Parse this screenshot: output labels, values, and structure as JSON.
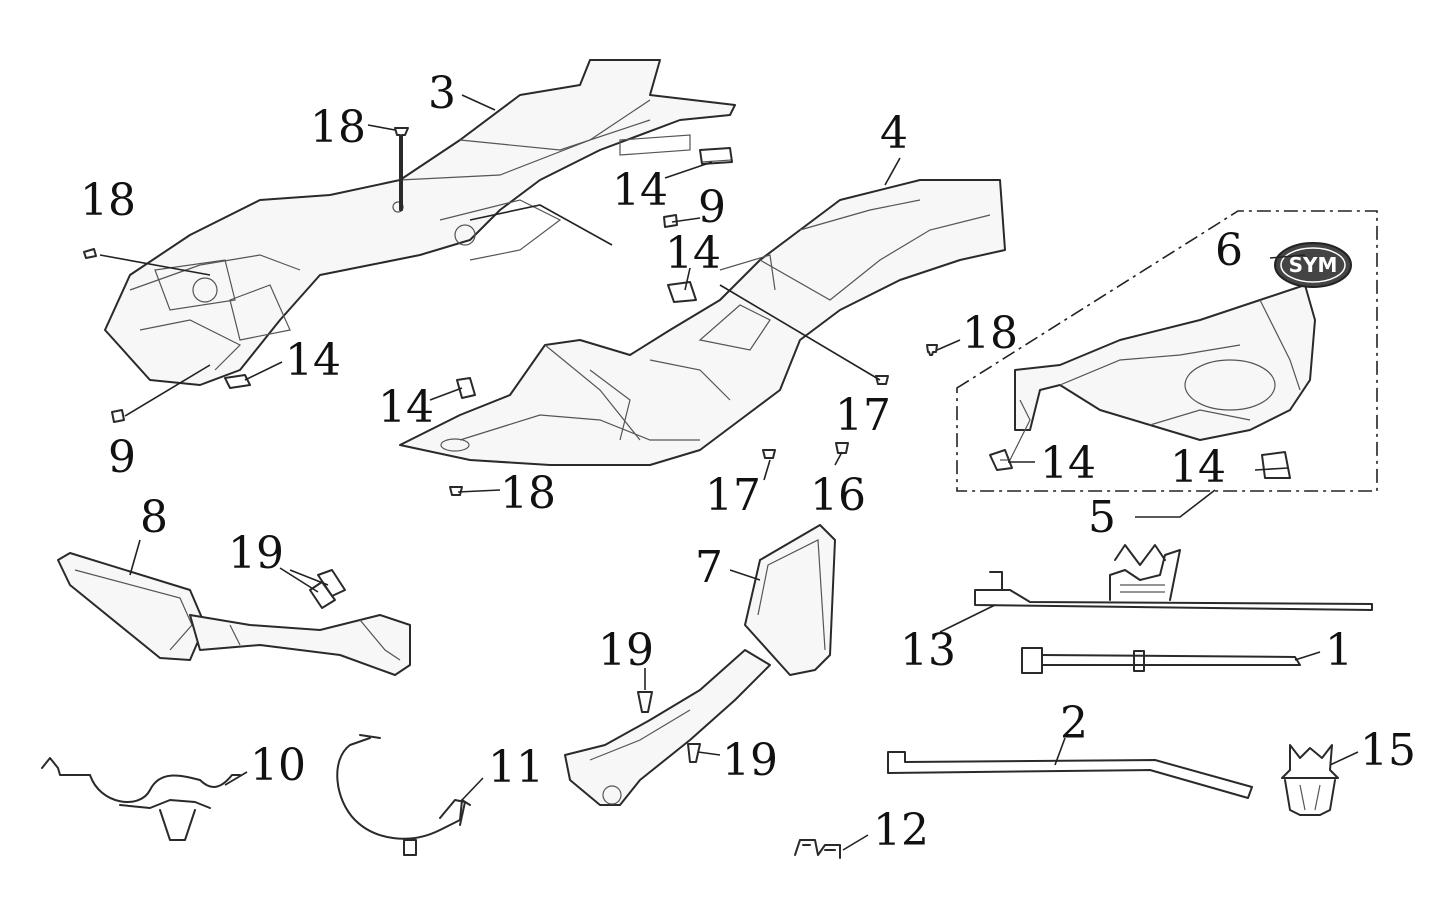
{
  "logo": {
    "text": "SYM"
  },
  "callouts": {
    "c1": "1",
    "c2": "2",
    "c3": "3",
    "c4": "4",
    "c5": "5",
    "c6": "6",
    "c7": "7",
    "c8": "8",
    "c9a": "9",
    "c9b": "9",
    "c10": "10",
    "c11": "11",
    "c12": "12",
    "c13": "13",
    "c14a": "14",
    "c14b": "14",
    "c14c": "14",
    "c14d": "14",
    "c14e": "14",
    "c14f": "14",
    "c15": "15",
    "c16": "16",
    "c17a": "17",
    "c17b": "17",
    "c18a": "18",
    "c18b": "18",
    "c18c": "18",
    "c18d": "18",
    "c19a": "19",
    "c19b": "19",
    "c19c": "19"
  }
}
